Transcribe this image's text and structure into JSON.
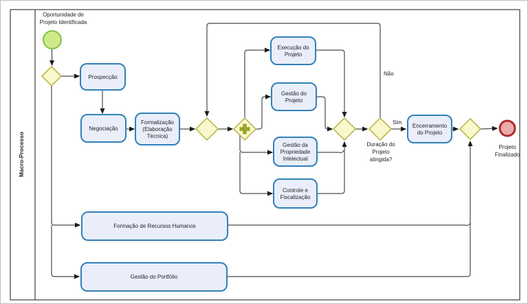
{
  "lane": {
    "title": "Macro-Processo"
  },
  "events": {
    "start": {
      "lines": [
        "Oportunidade de",
        "Projeto Identificada"
      ]
    },
    "end": {
      "lines": [
        "Projeto",
        "Finalizado"
      ]
    }
  },
  "tasks": {
    "prospeccao": {
      "lines": [
        "Prospecção"
      ]
    },
    "negociacao": {
      "lines": [
        "Negociação"
      ]
    },
    "formalizacao": {
      "lines": [
        "Formalização",
        "(Elaboração",
        "Técnica)"
      ]
    },
    "execucao": {
      "lines": [
        "Execução do",
        "Projeto"
      ]
    },
    "gestao_projeto": {
      "lines": [
        "Gestão do",
        "Projeto"
      ]
    },
    "gestao_propriedade": {
      "lines": [
        "Gestão da",
        "Propriedade",
        "Intelectual"
      ]
    },
    "controle": {
      "lines": [
        "Controle e",
        "Fiscalização"
      ]
    },
    "encerramento": {
      "lines": [
        "Encerramento",
        "do Projeto"
      ]
    },
    "formacao": {
      "lines": [
        "Formação de Recursos Humanos"
      ]
    },
    "portfolio": {
      "lines": [
        "Gestão do Portfólio"
      ]
    }
  },
  "gateways": {
    "decision_question": [
      "Duração do",
      "Projeto",
      "atingida?"
    ],
    "yes_label": "Sim",
    "no_label": "Não"
  },
  "colors": {
    "task_fill": "#e9eefa",
    "task_border": "#3080b8",
    "gateway_fill": "#f8f8cc",
    "gateway_border": "#b3b23e",
    "parallel_plus": "#9aa227",
    "start_fill": "#cdeb8b",
    "start_border": "#84c042",
    "end_fill": "#eaabab",
    "end_border": "#b02b2b",
    "connector": "#4a4a4a"
  }
}
